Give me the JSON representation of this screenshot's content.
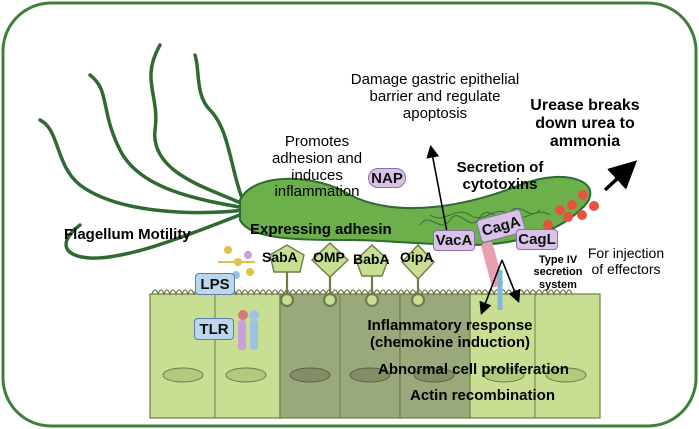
{
  "labels": {
    "damage": "Damage gastric epithelial barrier and regulate apoptosis",
    "promotes": "Promotes adhesion and induces inflammation",
    "nap": "NAP",
    "urease": "Urease breaks down urea to ammonia",
    "secretion": "Secretion of cytotoxins",
    "flagellum": "Flagellum Motility",
    "expressing": "Expressing adhesin",
    "vaca": "VacA",
    "caga": "CagA",
    "cagl": "CagL",
    "for_injection": "For injection of effectors",
    "type_iv": "Type IV secretion system",
    "lps": "LPS",
    "saba": "SabA",
    "omp": "OMP",
    "baba": "BabA",
    "oipa": "OipA",
    "tlr": "TLR",
    "inflammatory": "Inflammatory response (chemokine induction)",
    "abnormal": "Abnormal cell proliferation",
    "actin": "Actin recombination"
  },
  "colors": {
    "frame": "#3f7f3a",
    "bacterium": "#6cb04c",
    "cell_light": "#c8de93",
    "cell_dark": "#9aa97b",
    "label_box": "#d8c2e8",
    "receptor_box": "#bcd6ee",
    "urease_dot": "#e8533f"
  }
}
